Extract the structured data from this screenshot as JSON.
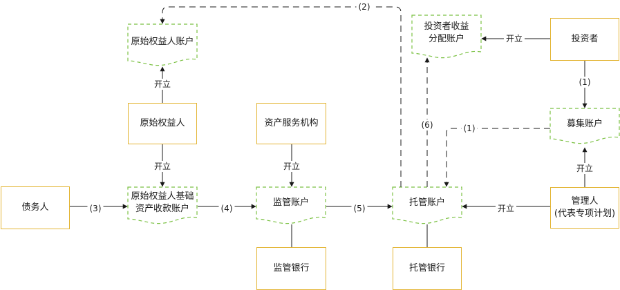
{
  "nodes": {
    "investor": "投资者",
    "investor_account_l1": "投资者收益",
    "investor_account_l2": "分配账户",
    "raise_account": "募集账户",
    "manager_l1": "管理人",
    "manager_l2": "(代表专项计划)",
    "custody_account": "托管账户",
    "custody_bank": "托管银行",
    "service_agency": "资产服务机构",
    "supervision_account": "监管账户",
    "supervision_bank": "监管银行",
    "originator": "原始权益人",
    "originator_account": "原始权益人账户",
    "collection_account_l1": "原始权益人基础",
    "collection_account_l2": "资产收款账户",
    "debtor": "债务人"
  },
  "edges": {
    "open": "开立",
    "step1": "(1)",
    "step2": "(2)",
    "step3": "(3)",
    "step4": "(4)",
    "step5": "(5)",
    "step6": "(6)"
  },
  "colors": {
    "entity_border": "#e3b432",
    "account_border": "#7bc143",
    "line": "#1a1a1a"
  }
}
